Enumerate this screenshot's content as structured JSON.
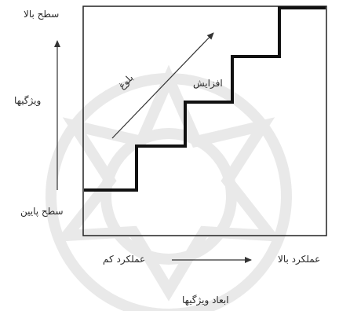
{
  "diagram": {
    "labels": {
      "top_level": "سطح بالا",
      "bottom_level": "سطح پایین",
      "features": "ویژگیها",
      "maturity": "بلوغ",
      "increase": "افزایش",
      "high_performance": "عملکرد بالا",
      "low_performance": "عملکرد کم",
      "feature_dimensions": "ابعاد ویژگیها"
    },
    "watermark": "decorative-star-rosette",
    "colors": {
      "frame": "#222222",
      "steps": "#111111",
      "arrows": "#333333",
      "watermark": "#e9e9e9"
    }
  }
}
